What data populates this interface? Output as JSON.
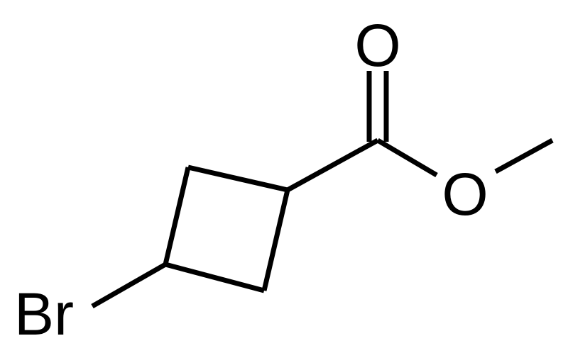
{
  "molecule": {
    "atoms": {
      "carbonyl_oxygen": "O",
      "ester_oxygen": "O",
      "bromine": "Br"
    },
    "colors": {
      "bond": "#000000",
      "label": "#000000",
      "background": "#ffffff"
    }
  }
}
